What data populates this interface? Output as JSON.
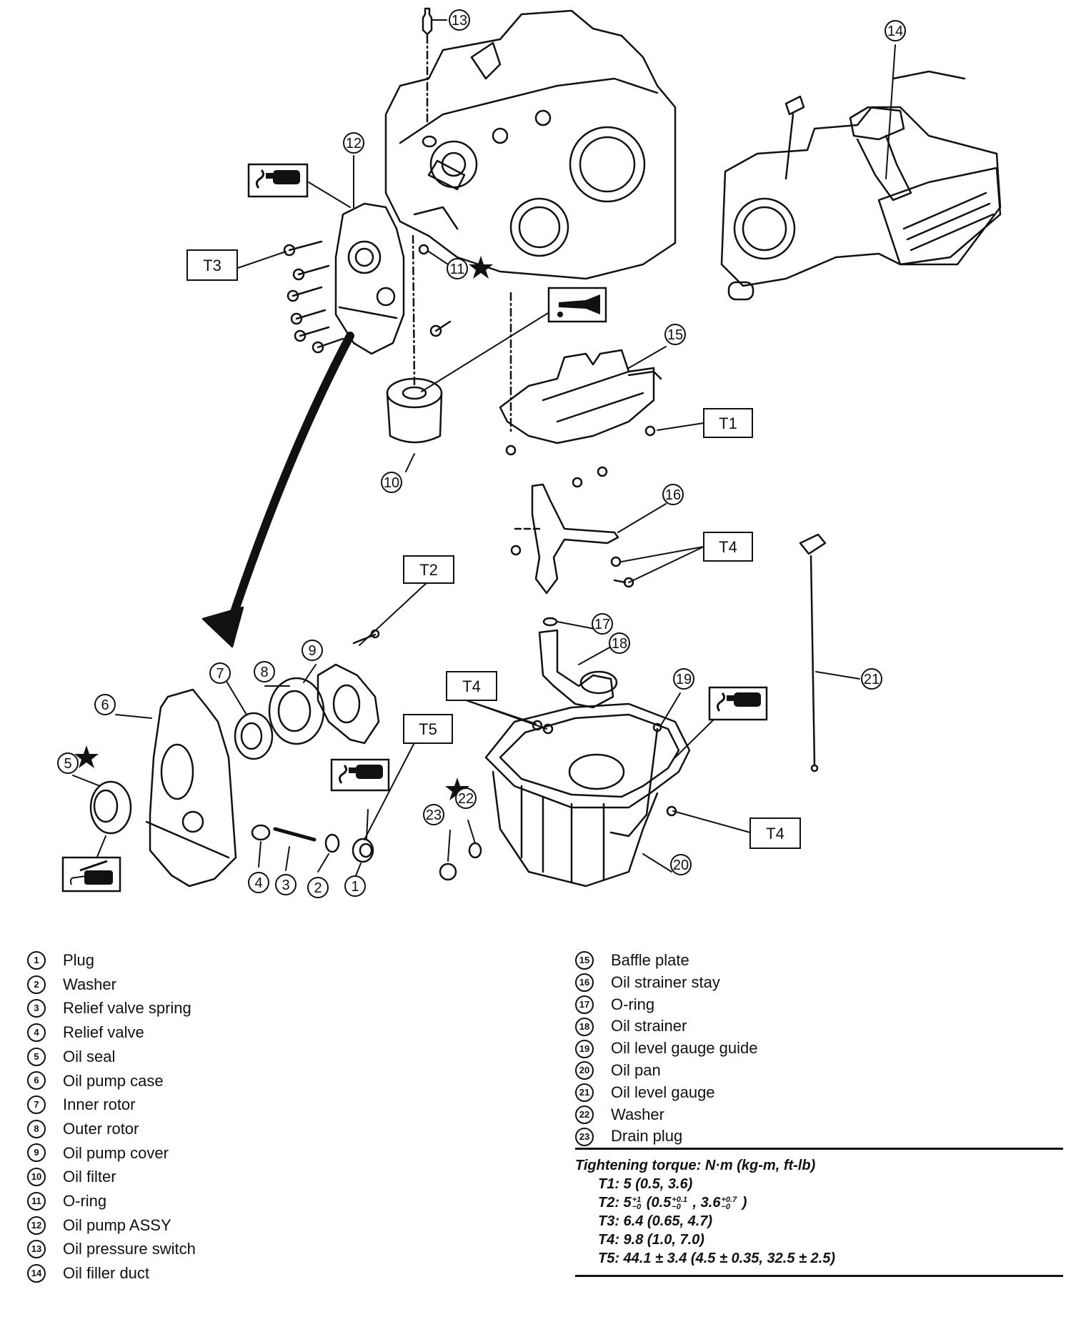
{
  "diagram": {
    "title": "Oil pump / oil pan exploded view",
    "callouts": [
      "1",
      "2",
      "3",
      "4",
      "5",
      "6",
      "7",
      "8",
      "9",
      "10",
      "11",
      "12",
      "13",
      "14",
      "15",
      "16",
      "17",
      "18",
      "19",
      "20",
      "21",
      "22",
      "23"
    ],
    "torque_boxes": {
      "t1": "T1",
      "t2": "T2",
      "t3": "T3",
      "t4_a": "T4",
      "t4_b": "T4",
      "t4_c": "T4",
      "t5": "T5"
    },
    "symbols": {
      "liquid_gasket": "liquid-gasket-icon",
      "engine_oil": "engine-oil-icon",
      "grease": "grease-icon",
      "replace_part": "star-icon"
    }
  },
  "legend": {
    "left": [
      {
        "num": "1",
        "label": "Plug"
      },
      {
        "num": "2",
        "label": "Washer"
      },
      {
        "num": "3",
        "label": "Relief valve spring"
      },
      {
        "num": "4",
        "label": "Relief valve"
      },
      {
        "num": "5",
        "label": "Oil seal"
      },
      {
        "num": "6",
        "label": "Oil pump case"
      },
      {
        "num": "7",
        "label": "Inner rotor"
      },
      {
        "num": "8",
        "label": "Outer rotor"
      },
      {
        "num": "9",
        "label": "Oil pump cover"
      },
      {
        "num": "10",
        "label": "Oil filter"
      },
      {
        "num": "11",
        "label": "O-ring"
      },
      {
        "num": "12",
        "label": "Oil pump ASSY"
      },
      {
        "num": "13",
        "label": "Oil pressure switch"
      },
      {
        "num": "14",
        "label": "Oil filler duct"
      }
    ],
    "right": [
      {
        "num": "15",
        "label": "Baffle plate"
      },
      {
        "num": "16",
        "label": "Oil strainer stay"
      },
      {
        "num": "17",
        "label": "O-ring"
      },
      {
        "num": "18",
        "label": "Oil strainer"
      },
      {
        "num": "19",
        "label": "Oil level gauge guide"
      },
      {
        "num": "20",
        "label": "Oil pan"
      },
      {
        "num": "21",
        "label": "Oil level gauge"
      },
      {
        "num": "22",
        "label": "Washer"
      },
      {
        "num": "23",
        "label": "Drain plug"
      }
    ]
  },
  "torque": {
    "heading": "Tightening torque: N·m (kg-m, ft-lb)",
    "t1": "T1: 5 (0.5, 3.6)",
    "t2": {
      "prefix": "T2: 5",
      "tol1_plus": "+1",
      "tol1_minus": "−0",
      "mid1": " (0.5",
      "tol2_plus": "+0.1",
      "tol2_minus": "−0",
      "mid2": " , 3.6",
      "tol3_plus": "+0.7",
      "tol3_minus": "−0",
      "suffix": " )"
    },
    "t3": "T3: 6.4 (0.65, 4.7)",
    "t4": "T4: 9.8 (1.0, 7.0)",
    "t5": "T5: 44.1 ± 3.4 (4.5 ± 0.35, 32.5 ± 2.5)"
  }
}
